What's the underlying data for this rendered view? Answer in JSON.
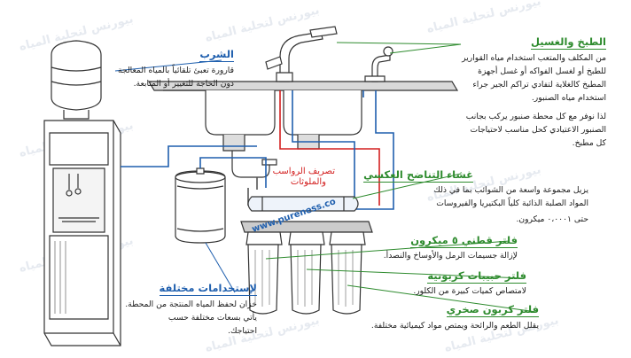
{
  "watermark_text": "بيورنس لتحلية المياه",
  "url": "www.pureness.co",
  "drinking": {
    "title": "الشرب",
    "lines": [
      "قارورة تعبئ تلقائياً بالمياه المعالجة",
      "دون الحاجة للتغيير أو المتابعة."
    ]
  },
  "cooking": {
    "title": "الطبخ والغسيل",
    "lines": [
      "من المكلف والمتعب استخدام مياه القوارير",
      "للطبخ أو لغسل الفواكه أو غسل أجهزة",
      "المطبخ كالغلاية لتفادي تراكم الجير جراء",
      "استخدام مياه الصنبور.",
      "لذا نوفر مع كل محطة صنبور يركب بجانب",
      "الصنبور الاعتيادي كحل مناسب لاحتياجات",
      "كل مطبخ."
    ]
  },
  "drain": {
    "lines": [
      "تصريف الرواسب",
      "والملوثات"
    ]
  },
  "ro": {
    "title": "غشاء التناضح العكسي",
    "lines": [
      "يزيل مجموعة واسعة من الشوائب بما في ذلك",
      "المواد الصلبة الذائبة كلياً البكتيريا والفيروسات",
      "حتى ٠،٠٠٠١ ميكرون."
    ]
  },
  "cotton": {
    "title": "فلتر قطني ٥ ميكرون",
    "desc": "لإزالة جسيمات الرمل والأوساخ والنصدأ."
  },
  "carbon": {
    "title": "فلتر حبيبات كربونية",
    "desc": "لامتصاص كميات كبيرة من الكلور."
  },
  "block": {
    "title": "فلتر كربون صخري",
    "desc": "يقلل الطعم والرائحة ويمتص مواد كيميائية مختلفة."
  },
  "other": {
    "title": "لإستخدامات مختلفة",
    "lines": [
      "خزان لحفظ المياه المنتجة من المحطة.",
      "يأتي بسعات مختلفة حسب",
      "احتياجك."
    ]
  },
  "colors": {
    "blue": "#1f5fae",
    "green": "#2e8b2e",
    "red": "#d32020",
    "ink": "#1a1a1a",
    "watermark": "#e6eaf0"
  }
}
